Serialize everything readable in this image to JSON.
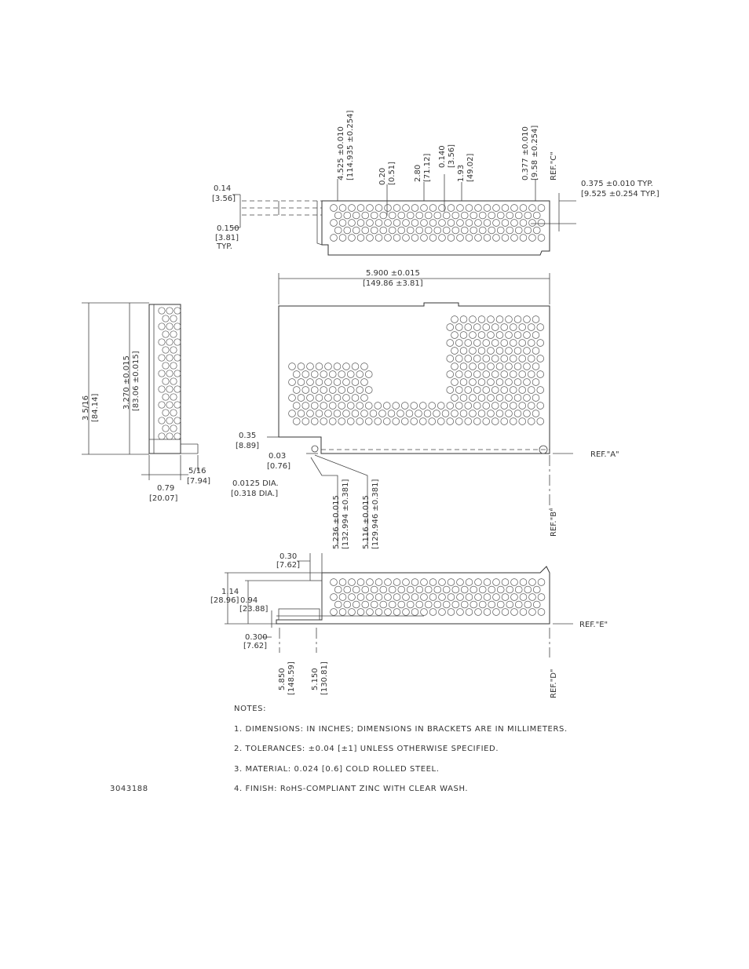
{
  "dimensions": {
    "top_014": "0.14",
    "top_356": "[3.56]",
    "top_0150": "0.150",
    "top_381": "[3.81]",
    "top_typ": "TYP.",
    "top_4525": "4.525 ±0.010",
    "top_114935": "[114.935 ±0.254]",
    "top_020": "0.20",
    "top_051": "[0.51]",
    "top_280": "2.80",
    "top_7112": "[71.12]",
    "top_0140": "0.140",
    "top_356b": "[3.56]",
    "top_193": "1.93",
    "top_4902": "[49.02]",
    "top_0377": "0.377 ±0.010",
    "top_958": "[9.58 ±0.254]",
    "ref_c": "REF.\"C\"",
    "top_0375": "0.375 ±0.010 TYP.",
    "top_9525": "[9.525 ±0.254 TYP.]",
    "plan_5900": "5.900 ±0.015",
    "plan_14986": "[149.86 ±3.81]",
    "side_3516": "3 5/16",
    "side_8414": "[84.14]",
    "side_3270": "3.270 ±0.015",
    "side_8306": "[83.06 ±0.015]",
    "side_035": "0.35",
    "side_889": "[8.89]",
    "side_003": "0.03",
    "side_076": "[0.76]",
    "side_516": "5/16",
    "side_794": "[7.94]",
    "side_079": "0.79",
    "side_2007": "[20.07]",
    "dia_00125": "0.0125 DIA.",
    "dia_0318": "[0.318 DIA.]",
    "ref_a": "REF.\"A\"",
    "ref_b": "REF.\"B\"",
    "v_5236": "5.236 ±0.015",
    "v_132994": "[132.994 ±0.381]",
    "v_5116": "5.116 ±0.015",
    "v_129946": "[129.946 ±0.381]",
    "bot_030": "0.30",
    "bot_762": "[7.62]",
    "bot_114": "1.14",
    "bot_2896": "[28.96]",
    "bot_094": "0.94",
    "bot_2388": "[23.88]",
    "bot_0300": "0.300",
    "bot_762b": "[7.62]",
    "ref_e": "REF.\"E\"",
    "bot_5850": "5.850",
    "bot_14859": "[148.59]",
    "bot_5150": "5.150",
    "bot_13081": "[130.81]",
    "ref_d": "REF.\"D\""
  },
  "notes": {
    "title": "NOTES:",
    "items": [
      "1.   DIMENSIONS: IN INCHES; DIMENSIONS IN BRACKETS ARE IN MILLIMETERS.",
      "2.  TOLERANCES: ±0.04 [±1] UNLESS OTHERWISE SPECIFIED.",
      "3.  MATERIAL: 0.024 [0.6] COLD ROLLED STEEL.",
      "4.  FINISH: RoHS-COMPLIANT ZINC WITH CLEAR WASH."
    ]
  },
  "part_number": "3043188"
}
